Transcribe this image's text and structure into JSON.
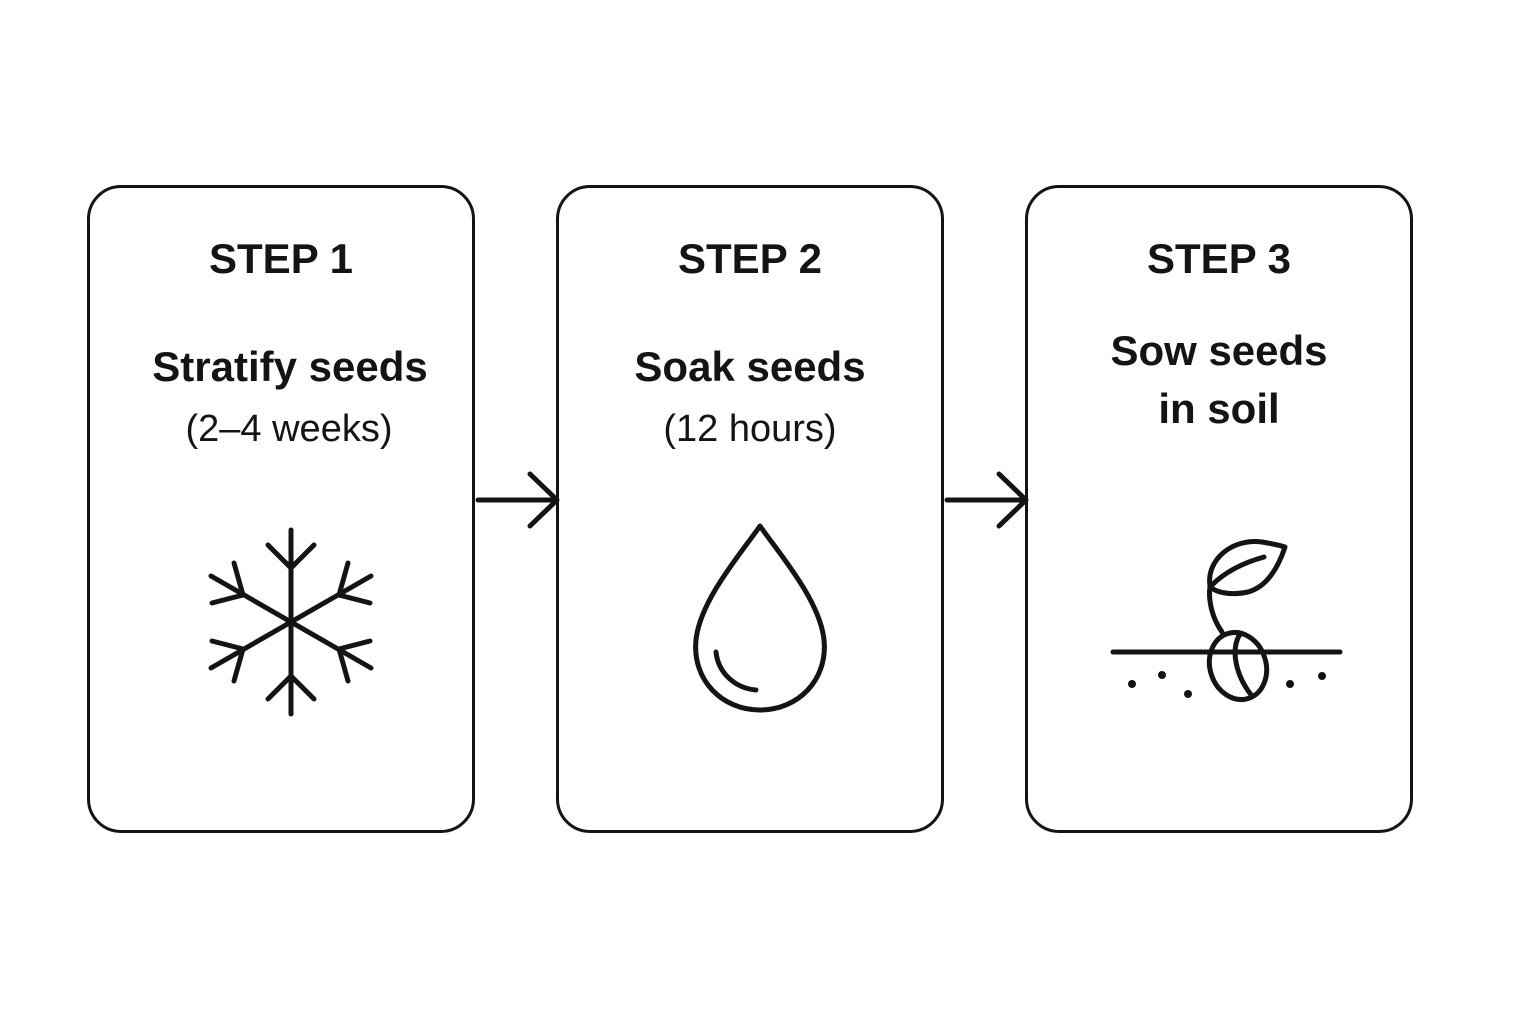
{
  "steps": [
    {
      "label": "STEP 1",
      "title": "Stratify seeds",
      "duration": "(2–4 weeks)",
      "icon": "snowflake-icon"
    },
    {
      "label": "STEP 2",
      "title": "Soak seeds",
      "duration": "(12 hours)",
      "icon": "water-drop-icon"
    },
    {
      "label": "STEP 3",
      "title": "Sow seeds\nin soil",
      "duration": "",
      "icon": "sprout-in-soil-icon"
    }
  ],
  "colors": {
    "stroke": "#141414",
    "background": "#ffffff"
  }
}
